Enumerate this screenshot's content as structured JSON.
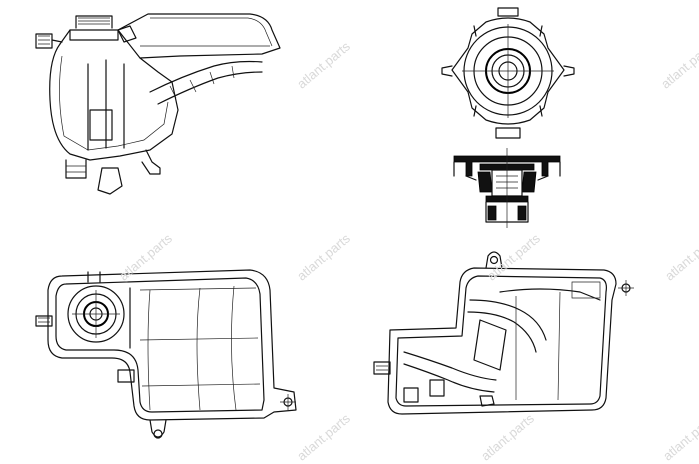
{
  "watermark": {
    "text": "atlant.parts",
    "color": "#d9d9d9"
  },
  "views": [
    {
      "name": "side-view"
    },
    {
      "name": "cap-top-view"
    },
    {
      "name": "cap-section-view"
    },
    {
      "name": "top-view"
    },
    {
      "name": "rear-view"
    }
  ]
}
